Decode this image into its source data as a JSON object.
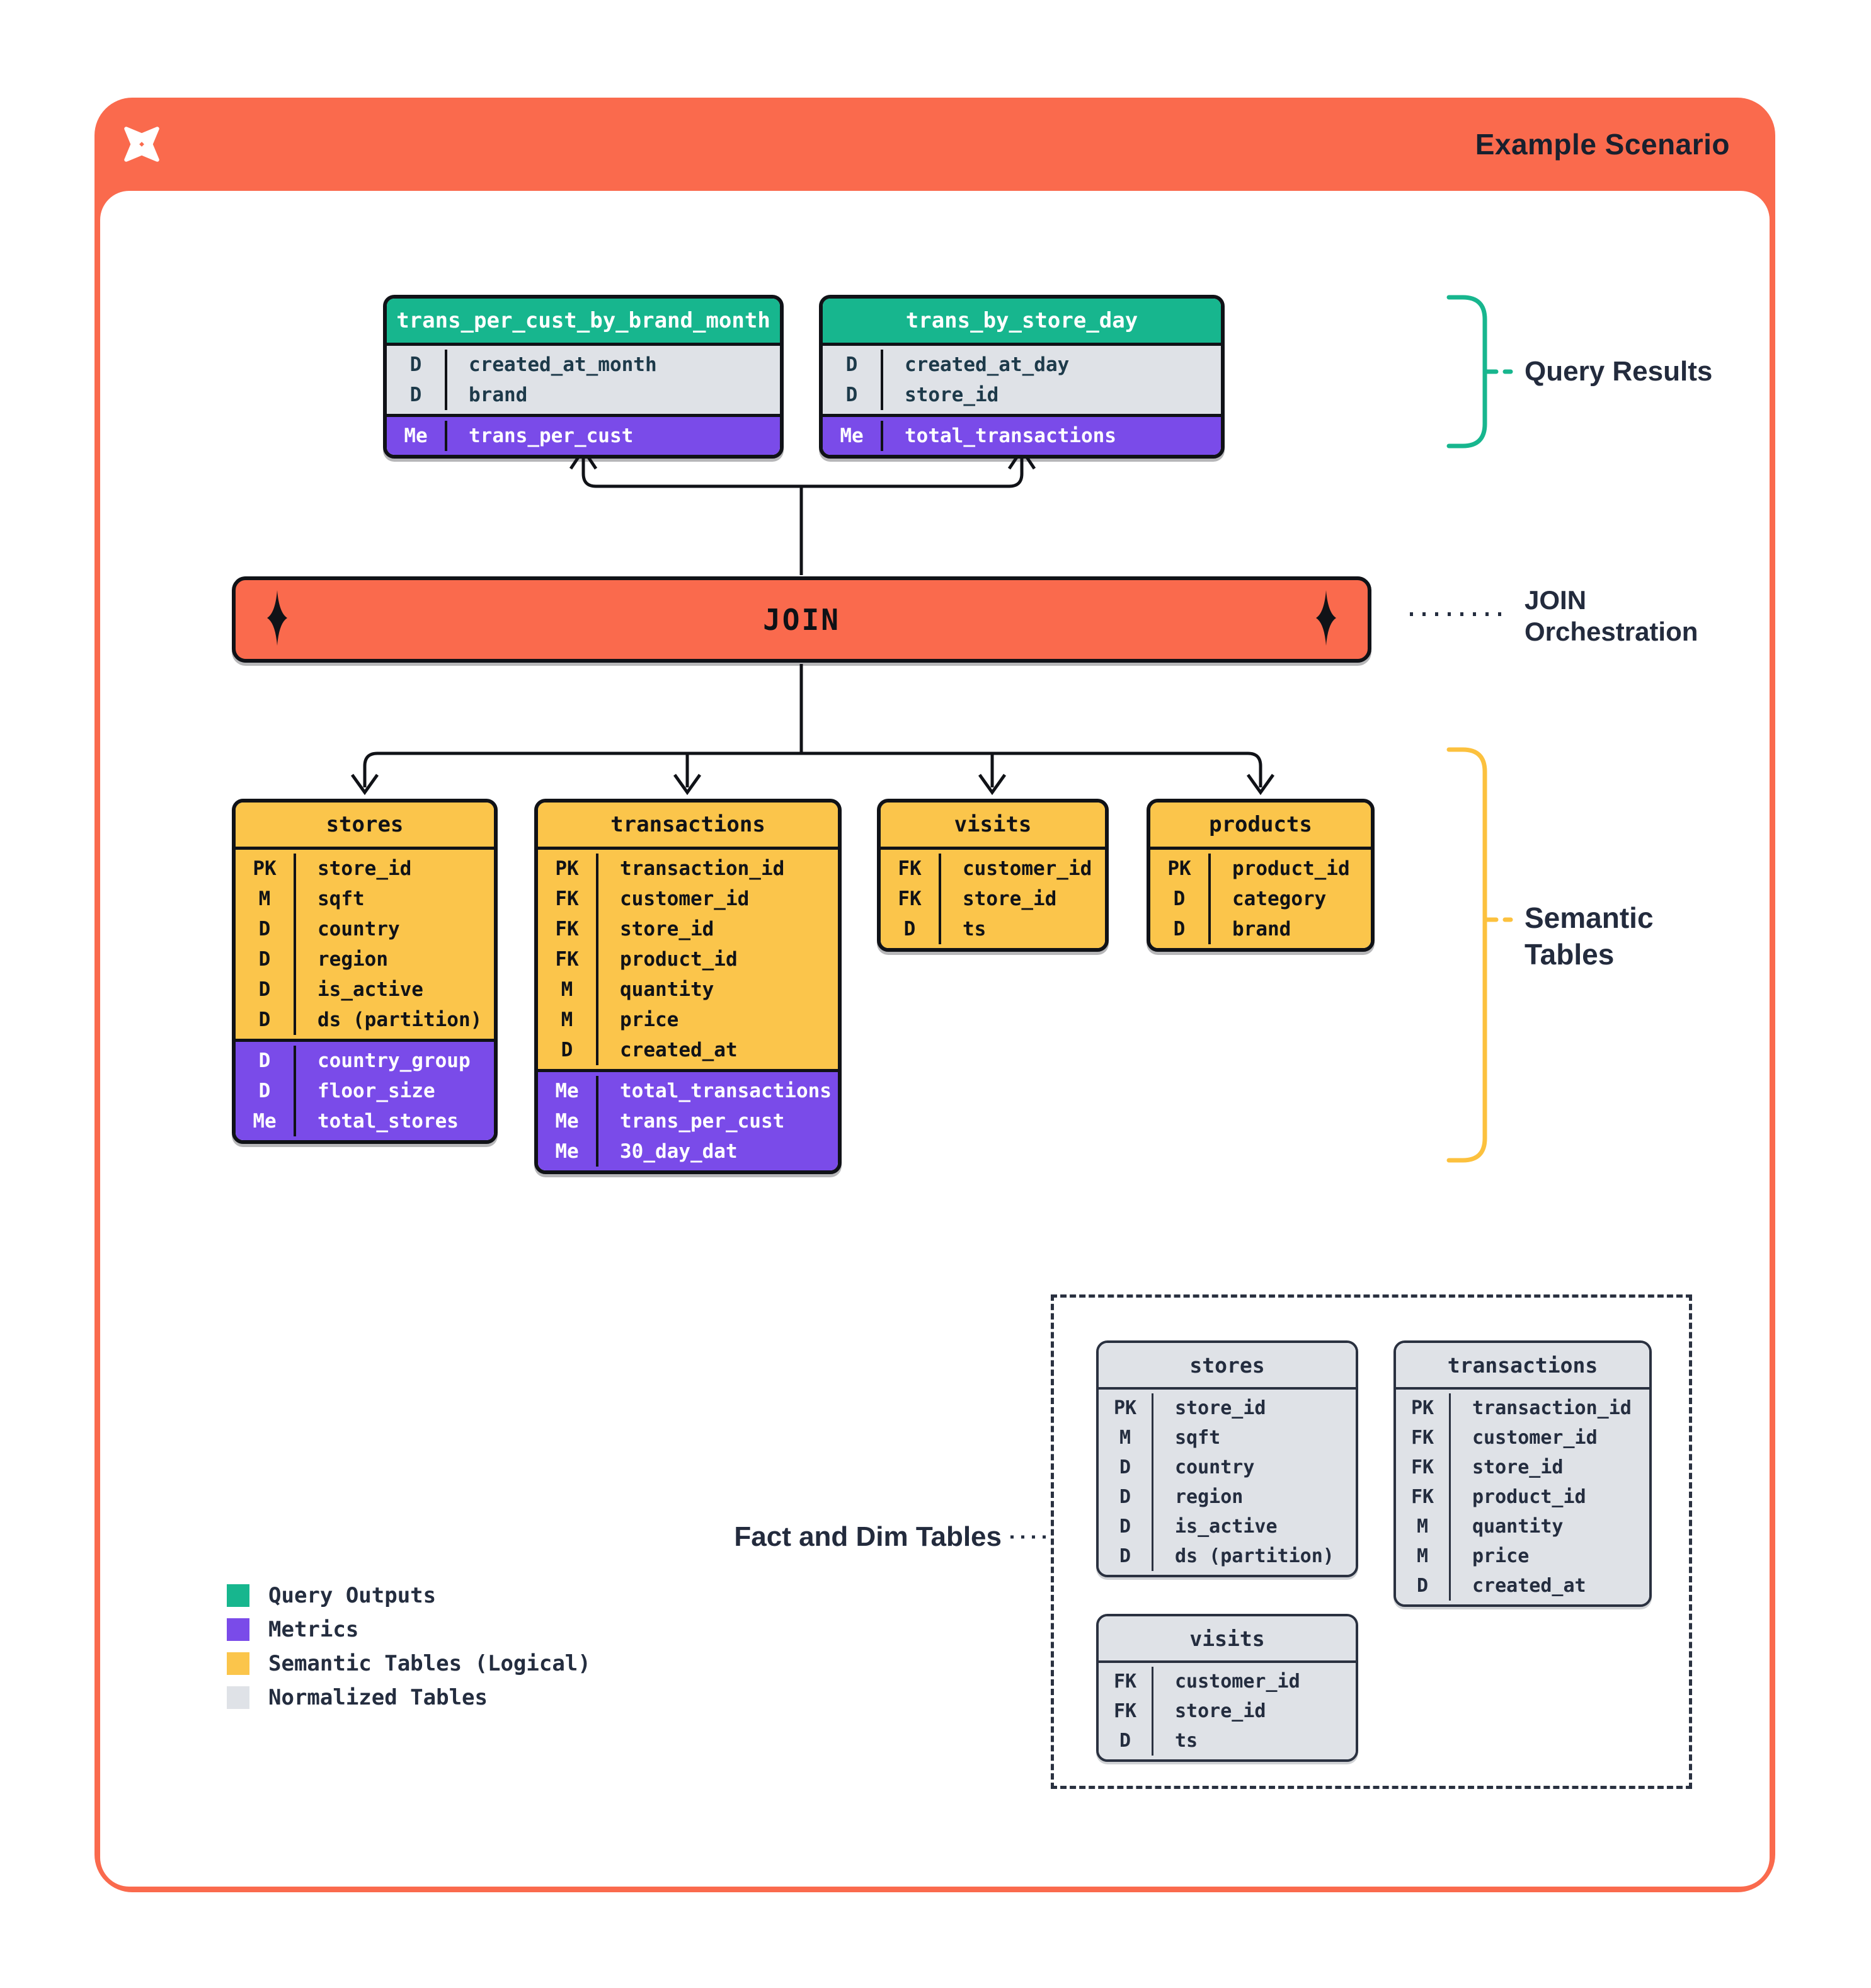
{
  "header": {
    "title": "Example Scenario"
  },
  "join": {
    "label": "JOIN"
  },
  "annotations": {
    "query_results": "Query Results",
    "join_orchestration_line1": "JOIN",
    "join_orchestration_line2": "Orchestration",
    "semantic_tables_line1": "Semantic",
    "semantic_tables_line2": "Tables",
    "fact_dim": "Fact and Dim Tables"
  },
  "colors": {
    "orange": "#fa6a4d",
    "green": "#17b68e",
    "purple": "#7a4be9",
    "yellow": "#fbc54b",
    "gray": "#dfe2e7",
    "navy": "#242d3f",
    "black": "#101217"
  },
  "tables": {
    "trans_per_cust_by_brand_month": {
      "name": "trans_per_cust_by_brand_month",
      "header": "green",
      "sections": [
        {
          "style": "gray",
          "rows": [
            [
              "D",
              "created_at_month"
            ],
            [
              "D",
              "brand"
            ]
          ]
        },
        {
          "style": "purple",
          "rows": [
            [
              "Me",
              "trans_per_cust"
            ]
          ]
        }
      ]
    },
    "trans_by_store_day": {
      "name": "trans_by_store_day",
      "header": "green",
      "sections": [
        {
          "style": "gray",
          "rows": [
            [
              "D",
              "created_at_day"
            ],
            [
              "D",
              "store_id"
            ]
          ]
        },
        {
          "style": "purple",
          "rows": [
            [
              "Me",
              "total_transactions"
            ]
          ]
        }
      ]
    },
    "sem_stores": {
      "name": "stores",
      "header": "yellow",
      "sections": [
        {
          "style": "yellow",
          "rows": [
            [
              "PK",
              "store_id"
            ],
            [
              "M",
              "sqft"
            ],
            [
              "D",
              "country"
            ],
            [
              "D",
              "region"
            ],
            [
              "D",
              "is_active"
            ],
            [
              "D",
              "ds (partition)"
            ]
          ]
        },
        {
          "style": "purple",
          "rows": [
            [
              "D",
              "country_group"
            ],
            [
              "D",
              "floor_size"
            ],
            [
              "Me",
              "total_stores"
            ]
          ]
        }
      ]
    },
    "sem_transactions": {
      "name": "transactions",
      "header": "yellow",
      "sections": [
        {
          "style": "yellow",
          "rows": [
            [
              "PK",
              "transaction_id"
            ],
            [
              "FK",
              "customer_id"
            ],
            [
              "FK",
              "store_id"
            ],
            [
              "FK",
              "product_id"
            ],
            [
              "M",
              "quantity"
            ],
            [
              "M",
              "price"
            ],
            [
              "D",
              "created_at"
            ]
          ]
        },
        {
          "style": "purple",
          "rows": [
            [
              "Me",
              "total_transactions"
            ],
            [
              "Me",
              "trans_per_cust"
            ],
            [
              "Me",
              "30_day_dat"
            ]
          ]
        }
      ]
    },
    "sem_visits": {
      "name": "visits",
      "header": "yellow",
      "sections": [
        {
          "style": "yellow",
          "rows": [
            [
              "FK",
              "customer_id"
            ],
            [
              "FK",
              "store_id"
            ],
            [
              "D",
              "ts"
            ]
          ]
        }
      ]
    },
    "sem_products": {
      "name": "products",
      "header": "yellow",
      "sections": [
        {
          "style": "yellow",
          "rows": [
            [
              "PK",
              "product_id"
            ],
            [
              "D",
              "category"
            ],
            [
              "D",
              "brand"
            ]
          ]
        }
      ]
    },
    "norm_stores": {
      "name": "stores",
      "header": "gray",
      "sections": [
        {
          "style": "graylight",
          "rows": [
            [
              "PK",
              "store_id"
            ],
            [
              "M",
              "sqft"
            ],
            [
              "D",
              "country"
            ],
            [
              "D",
              "region"
            ],
            [
              "D",
              "is_active"
            ],
            [
              "D",
              "ds (partition)"
            ]
          ]
        }
      ]
    },
    "norm_transactions": {
      "name": "transactions",
      "header": "gray",
      "sections": [
        {
          "style": "graylight",
          "rows": [
            [
              "PK",
              "transaction_id"
            ],
            [
              "FK",
              "customer_id"
            ],
            [
              "FK",
              "store_id"
            ],
            [
              "FK",
              "product_id"
            ],
            [
              "M",
              "quantity"
            ],
            [
              "M",
              "price"
            ],
            [
              "D",
              "created_at"
            ]
          ]
        }
      ]
    },
    "norm_visits": {
      "name": "visits",
      "header": "gray",
      "sections": [
        {
          "style": "graylight",
          "rows": [
            [
              "FK",
              "customer_id"
            ],
            [
              "FK",
              "store_id"
            ],
            [
              "D",
              "ts"
            ]
          ]
        }
      ]
    }
  },
  "legend": [
    {
      "label": "Query Outputs",
      "color": "#17b68e"
    },
    {
      "label": "Metrics",
      "color": "#7a4be9"
    },
    {
      "label": "Semantic Tables (Logical)",
      "color": "#fbc54b"
    },
    {
      "label": "Normalized Tables",
      "color": "#dfe2e7"
    }
  ]
}
